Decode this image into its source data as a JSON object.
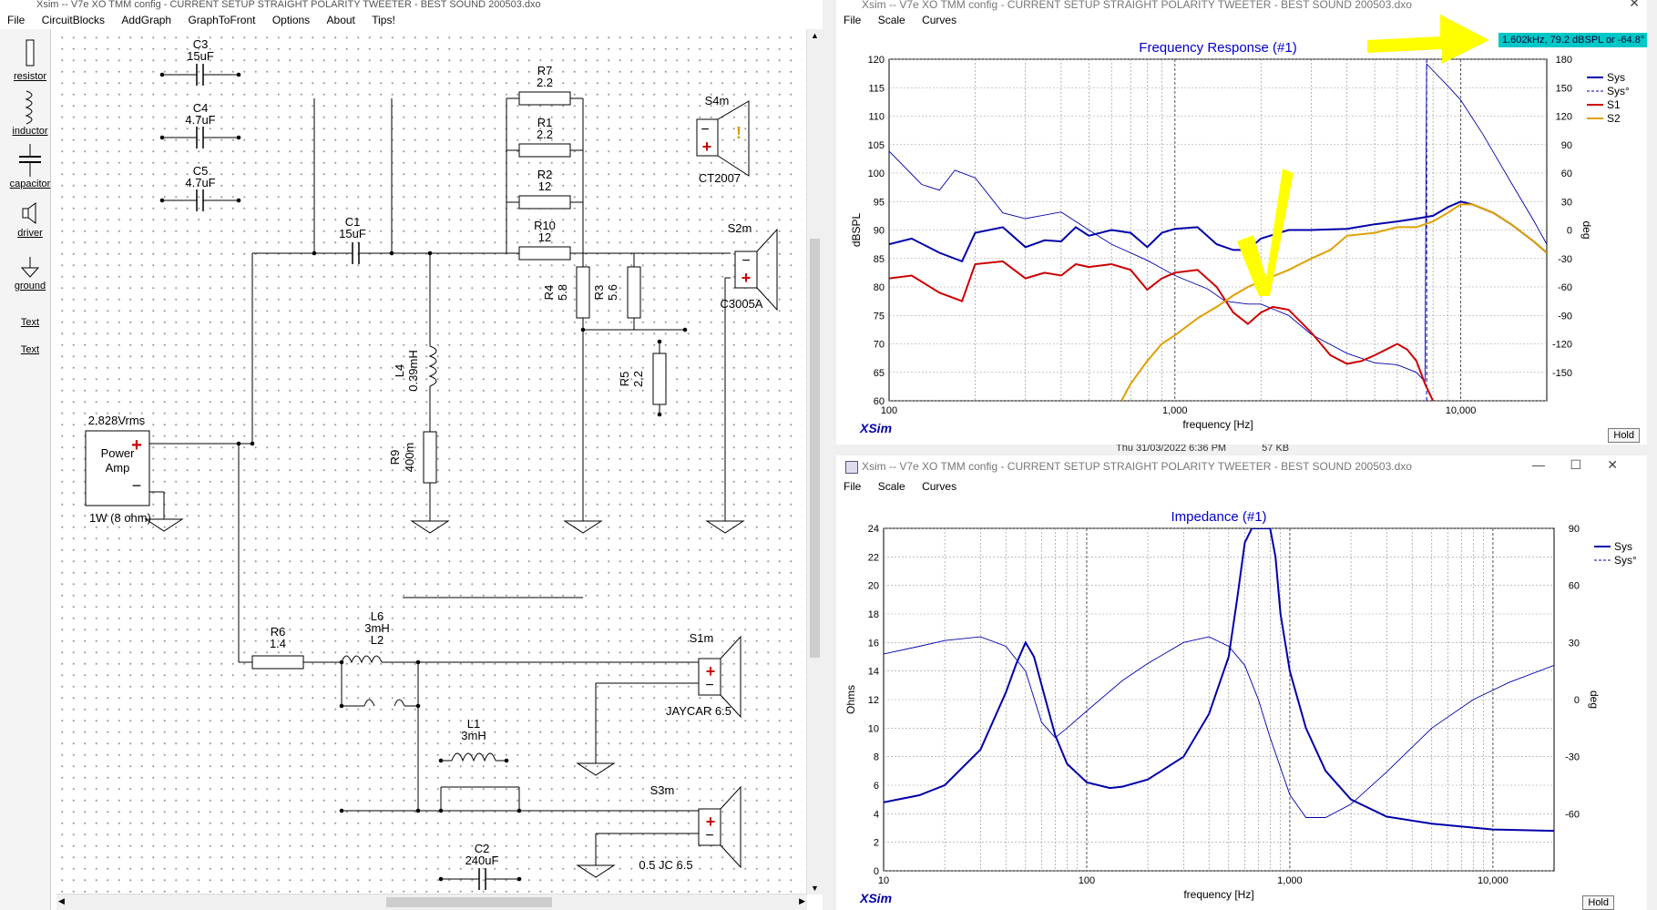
{
  "schematic_window": {
    "title": "Xsim -- V7e XO TMM config - CURRENT SETUP STRAIGHT POLARITY TWEETER - BEST SOUND 200503.dxo",
    "menu": [
      "File",
      "CircuitBlocks",
      "AddGraph",
      "GraphToFront",
      "Options",
      "About",
      "Tips!"
    ],
    "palette": [
      "resistor",
      "inductor",
      "capacitor",
      "driver",
      "ground",
      "Text",
      "Text"
    ],
    "components": {
      "C3": [
        "C3",
        "15uF"
      ],
      "C4": [
        "C4",
        "4.7uF"
      ],
      "C5": [
        "C5",
        "4.7uF"
      ],
      "C1": [
        "C1",
        "15uF"
      ],
      "C2": [
        "C2",
        "240uF"
      ],
      "R7": [
        "R7",
        "2.2"
      ],
      "R1": [
        "R1",
        "2.2"
      ],
      "R2": [
        "R2",
        "12"
      ],
      "R10": [
        "R10",
        "12"
      ],
      "R4": [
        "R4",
        "5.8"
      ],
      "R3": [
        "R3",
        "5.6"
      ],
      "R5": [
        "R5",
        "2.2"
      ],
      "R9": [
        "R9",
        "400m"
      ],
      "R6": [
        "R6",
        "1.4"
      ],
      "L4": [
        "L4",
        "0.39mH"
      ],
      "L6": [
        "L6",
        "3mH"
      ],
      "L2": [
        "L2",
        ""
      ],
      "L1": [
        "L1",
        "3mH"
      ],
      "S4m": [
        "S4m",
        "CT2007"
      ],
      "S2m": [
        "S2m",
        "C3005A"
      ],
      "S1m": [
        "S1m",
        "JAYCAR 6.5"
      ],
      "S3m": [
        "S3m",
        "0.5 JC 6.5"
      ]
    },
    "amp": {
      "voltage": "2.828Vrms",
      "line1": "Power",
      "line2": "Amp",
      "power": "1W (8 ohm)"
    }
  },
  "freq_window": {
    "title": "Xsim -- V7e XO TMM config - CURRENT SETUP STRAIGHT POLARITY TWEETER - BEST SOUND 200503.dxo",
    "menu": [
      "File",
      "Scale",
      "Curves"
    ],
    "readout": "1.602kHz, 79.2 dBSPL or -64.8°",
    "hold": "Hold",
    "brand": "XSim"
  },
  "imp_window": {
    "title": "Xsim -- V7e XO TMM config - CURRENT SETUP STRAIGHT POLARITY TWEETER - BEST SOUND 200503.dxo",
    "menu": [
      "File",
      "Scale",
      "Curves"
    ],
    "hold": "Hold",
    "brand": "XSim"
  },
  "background_strip": {
    "date": "Thu 31/03/2022 6:36 PM",
    "size": "57 KB"
  },
  "chart_data": [
    {
      "type": "line",
      "title": "Frequency Response (#1)",
      "xlabel": "frequency [Hz]",
      "ylabel": "dBSPL",
      "y2label": "deg",
      "xscale": "log",
      "xlim": [
        100,
        20000
      ],
      "ylim": [
        60,
        120
      ],
      "y2lim": [
        -180,
        180
      ],
      "x_ticks": [
        "100",
        "1,000",
        "10,000"
      ],
      "y_ticks": [
        60,
        65,
        70,
        75,
        80,
        85,
        90,
        95,
        100,
        105,
        110,
        115,
        120
      ],
      "y2_ticks": [
        -150,
        -120,
        -90,
        -60,
        -30,
        0,
        30,
        60,
        90,
        120,
        150,
        180
      ],
      "grid": true,
      "legend_position": "right",
      "series": [
        {
          "name": "Sys",
          "color": "#0000aa",
          "axis": "left",
          "x": [
            100,
            120,
            150,
            180,
            200,
            250,
            300,
            350,
            400,
            450,
            500,
            600,
            700,
            800,
            900,
            1000,
            1200,
            1400,
            1600,
            1800,
            2000,
            2500,
            3000,
            4000,
            5000,
            6000,
            7000,
            8000,
            9000,
            10000,
            11000,
            13000,
            15000,
            18000,
            20000
          ],
          "y": [
            87.5,
            88.5,
            86,
            84.5,
            89.5,
            90.5,
            87,
            88.2,
            88,
            90.5,
            89,
            90,
            89.5,
            87,
            89.5,
            90.2,
            90.5,
            87.5,
            86.5,
            86.5,
            88.5,
            90,
            90,
            90.2,
            91,
            91.5,
            92,
            92.5,
            94,
            95,
            94.5,
            93,
            91,
            88,
            86
          ]
        },
        {
          "name": "Sys°",
          "color": "#0000aa",
          "axis": "right",
          "dashed": false,
          "x": [
            100,
            130,
            150,
            170,
            200,
            250,
            300,
            400,
            500,
            600,
            800,
            1000,
            1300,
            1500,
            1800,
            2000,
            2500,
            3000,
            4000,
            5000,
            6000,
            7000,
            7500,
            7600,
            8000,
            9000,
            10000,
            12000,
            15000,
            18000,
            20000
          ],
          "y": [
            83,
            48,
            42,
            63,
            55,
            18,
            12,
            19,
            0,
            -15,
            -32,
            -48,
            -62,
            -75,
            -78,
            -78,
            -90,
            -110,
            -130,
            -140,
            -142,
            -150,
            -160,
            175,
            168,
            152,
            137,
            100,
            50,
            10,
            -15
          ]
        },
        {
          "name": "S1",
          "color": "#cc0000",
          "axis": "left",
          "x": [
            100,
            120,
            150,
            180,
            200,
            250,
            300,
            350,
            400,
            450,
            500,
            600,
            700,
            800,
            900,
            1000,
            1200,
            1400,
            1600,
            1800,
            2000,
            2200,
            2500,
            3000,
            3500,
            4000,
            4500,
            5000,
            6000,
            6500,
            7000,
            7500,
            8000
          ],
          "y": [
            81.5,
            82,
            79,
            77.5,
            84,
            84.5,
            81.5,
            82.5,
            82,
            84,
            83.5,
            84,
            83,
            79.5,
            81.5,
            82.5,
            83,
            80,
            75.5,
            73.5,
            75.5,
            76.5,
            76,
            72,
            68,
            66.5,
            67,
            68,
            70,
            69,
            67,
            63,
            60
          ]
        },
        {
          "name": "S2",
          "color": "#e0a000",
          "axis": "left",
          "x": [
            650,
            700,
            800,
            900,
            1000,
            1200,
            1400,
            1600,
            1800,
            2000,
            2500,
            3000,
            3500,
            4000,
            5000,
            6000,
            7000,
            8000,
            9000,
            10000,
            11000,
            13000,
            15000,
            18000,
            20000
          ],
          "y": [
            60,
            63,
            67,
            70,
            71.5,
            74.5,
            76.5,
            78.5,
            80,
            81,
            83,
            85,
            86.5,
            89,
            89.5,
            90.5,
            90.5,
            91.5,
            93,
            94.5,
            94.5,
            93,
            91,
            88,
            86
          ]
        }
      ],
      "vline": {
        "x": 7600,
        "color": "#0000aa",
        "style": "dashed"
      }
    },
    {
      "type": "line",
      "title": "Impedance (#1)",
      "xlabel": "frequency [Hz]",
      "ylabel": "Ohms",
      "y2label": "deg",
      "xscale": "log",
      "xlim": [
        10,
        20000
      ],
      "ylim": [
        0,
        24
      ],
      "y2lim": [
        -90,
        90
      ],
      "x_ticks": [
        "10",
        "100",
        "1,000",
        "10,000"
      ],
      "y_ticks": [
        0,
        2,
        4,
        6,
        8,
        10,
        12,
        14,
        16,
        18,
        20,
        22,
        24
      ],
      "y2_ticks": [
        -60,
        -30,
        0,
        30,
        60,
        90
      ],
      "grid": true,
      "legend_position": "right",
      "series": [
        {
          "name": "Sys",
          "color": "#0000aa",
          "axis": "left",
          "x": [
            10,
            15,
            20,
            30,
            40,
            45,
            50,
            55,
            60,
            70,
            80,
            100,
            130,
            150,
            200,
            300,
            400,
            500,
            550,
            600,
            650,
            700,
            800,
            850,
            900,
            1000,
            1200,
            1500,
            2000,
            3000,
            5000,
            10000,
            20000
          ],
          "y": [
            4.8,
            5.3,
            6,
            8.5,
            12.5,
            14.5,
            16,
            15,
            13,
            9.5,
            7.5,
            6.2,
            5.8,
            5.9,
            6.4,
            8,
            11,
            15,
            19,
            23,
            24,
            24,
            24,
            22,
            18,
            14,
            10,
            7,
            5,
            3.8,
            3.3,
            2.9,
            2.8
          ]
        },
        {
          "name": "Sys°",
          "color": "#0000aa",
          "axis": "right",
          "x": [
            10,
            15,
            20,
            30,
            40,
            50,
            60,
            70,
            80,
            100,
            150,
            200,
            300,
            400,
            500,
            600,
            700,
            800,
            1000,
            1200,
            1500,
            2000,
            3000,
            5000,
            8000,
            12000,
            20000
          ],
          "y": [
            24,
            28,
            31,
            33,
            28,
            15,
            -12,
            -20,
            -15,
            -6,
            10,
            19,
            30,
            33,
            28,
            18,
            0,
            -20,
            -50,
            -62,
            -62,
            -55,
            -38,
            -15,
            0,
            9,
            18
          ]
        }
      ]
    }
  ]
}
